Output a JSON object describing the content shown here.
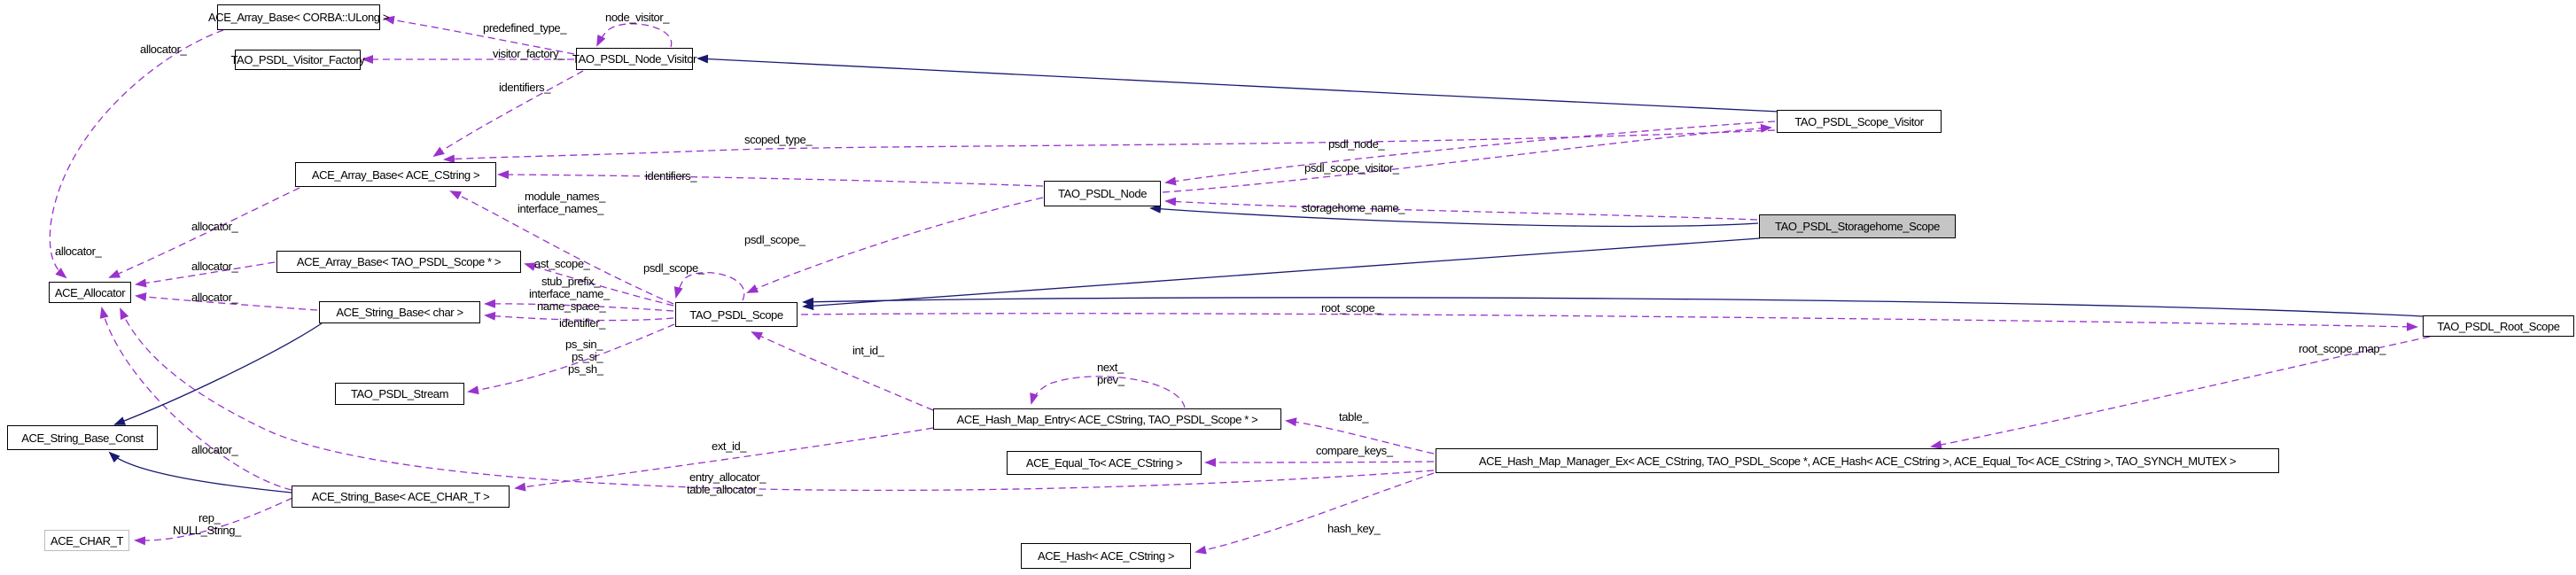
{
  "diagram": {
    "kind": "doxygen-collaboration-graph",
    "highlighted_node": "TAO_PSDL_Storagehome_Scope",
    "colors": {
      "background": "#ffffff",
      "inheritance_edge": "#191970",
      "usage_edge": "#9a32cd",
      "node_border": "#000000",
      "node_fill": "#ffffff",
      "current_node_fill": "#c5c5c5",
      "undocumented_node_border": "#bdbdbd"
    }
  },
  "nodes": [
    {
      "label": "ACE_Array_Base< CORBA::ULong >"
    },
    {
      "label": "TAO_PSDL_Visitor_Factory"
    },
    {
      "label": "TAO_PSDL_Node_Visitor"
    },
    {
      "label": "TAO_PSDL_Scope_Visitor"
    },
    {
      "label": "ACE_Array_Base< ACE_CString >"
    },
    {
      "label": "TAO_PSDL_Node"
    },
    {
      "label": "TAO_PSDL_Storagehome_Scope"
    },
    {
      "label": "ACE_Array_Base< TAO_PSDL_Scope * >"
    },
    {
      "label": "ACE_Allocator"
    },
    {
      "label": "ACE_String_Base< char >"
    },
    {
      "label": "TAO_PSDL_Scope"
    },
    {
      "label": "TAO_PSDL_Stream"
    },
    {
      "label": "ACE_String_Base_Const"
    },
    {
      "label": "ACE_Hash_Map_Entry< ACE_CString, TAO_PSDL_Scope * >"
    },
    {
      "label": "ACE_Equal_To< ACE_CString >"
    },
    {
      "label": "ACE_Hash_Map_Manager_Ex< ACE_CString, TAO_PSDL_Scope *, ACE_Hash< ACE_CString >, ACE_Equal_To< ACE_CString >, TAO_SYNCH_MUTEX >"
    },
    {
      "label": "ACE_String_Base< ACE_CHAR_T >"
    },
    {
      "label": "ACE_CHAR_T"
    },
    {
      "label": "ACE_Hash< ACE_CString >"
    },
    {
      "label": "TAO_PSDL_Root_Scope"
    }
  ],
  "edge_labels": [
    {
      "text": "allocator_"
    },
    {
      "text": "predefined_type_"
    },
    {
      "text": "node_visitor_"
    },
    {
      "text": "visitor_factory_"
    },
    {
      "text": "identifiers_"
    },
    {
      "text": "scoped_type_"
    },
    {
      "text": "identifiers_"
    },
    {
      "text": "module_names_"
    },
    {
      "text": "interface_names_"
    },
    {
      "text": "psdl_node_"
    },
    {
      "text": "psdl_scope_visitor_"
    },
    {
      "text": "storagehome_name_"
    },
    {
      "text": "psdl_scope_"
    },
    {
      "text": "psdl_scope_"
    },
    {
      "text": "ast_scope_"
    },
    {
      "text": "stub_prefix_"
    },
    {
      "text": "interface_name_"
    },
    {
      "text": "name_space_"
    },
    {
      "text": "identifier_"
    },
    {
      "text": "ps_sin_"
    },
    {
      "text": "ps_si_"
    },
    {
      "text": "ps_sh_"
    },
    {
      "text": "int_id_"
    },
    {
      "text": "next_"
    },
    {
      "text": "prev_"
    },
    {
      "text": "root_scope_"
    },
    {
      "text": "root_scope_map_"
    },
    {
      "text": "table_"
    },
    {
      "text": "compare_keys_"
    },
    {
      "text": "ext_id_"
    },
    {
      "text": "entry_allocator_"
    },
    {
      "text": "table_allocator_"
    },
    {
      "text": "hash_key_"
    },
    {
      "text": "rep_"
    },
    {
      "text": "NULL_String_"
    },
    {
      "text": "allocator_"
    },
    {
      "text": "allocator_"
    },
    {
      "text": "allocator_"
    },
    {
      "text": "allocator_"
    },
    {
      "text": "allocator_"
    }
  ],
  "relationships": [
    {
      "from": "ACE_Array_Base< CORBA::ULong >",
      "to": "ACE_Allocator",
      "label": "allocator_",
      "kind": "usage"
    },
    {
      "from": "ACE_Array_Base< ACE_CString >",
      "to": "ACE_Allocator",
      "label": "allocator_",
      "kind": "usage"
    },
    {
      "from": "ACE_Array_Base< TAO_PSDL_Scope * >",
      "to": "ACE_Allocator",
      "label": "allocator_",
      "kind": "usage"
    },
    {
      "from": "ACE_String_Base< char >",
      "to": "ACE_Allocator",
      "label": "allocator_",
      "kind": "usage"
    },
    {
      "from": "ACE_String_Base< ACE_CHAR_T >",
      "to": "ACE_Allocator",
      "label": "allocator_",
      "kind": "usage"
    },
    {
      "from": "ACE_Hash_Map_Manager_Ex",
      "to": "ACE_Allocator",
      "label": "entry_allocator_ table_allocator_",
      "kind": "usage"
    },
    {
      "from": "TAO_PSDL_Node_Visitor",
      "to": "ACE_Array_Base< CORBA::ULong >",
      "label": "predefined_type_",
      "kind": "usage"
    },
    {
      "from": "TAO_PSDL_Node_Visitor",
      "to": "TAO_PSDL_Visitor_Factory",
      "label": "visitor_factory_",
      "kind": "usage"
    },
    {
      "from": "TAO_PSDL_Node_Visitor",
      "to": "TAO_PSDL_Node_Visitor",
      "label": "node_visitor_",
      "kind": "usage"
    },
    {
      "from": "TAO_PSDL_Node_Visitor",
      "to": "ACE_Array_Base< ACE_CString >",
      "label": "identifiers_",
      "kind": "usage"
    },
    {
      "from": "TAO_PSDL_Scope_Visitor",
      "to": "TAO_PSDL_Node_Visitor",
      "label": "",
      "kind": "inheritance"
    },
    {
      "from": "TAO_PSDL_Scope_Visitor",
      "to": "ACE_Array_Base< ACE_CString >",
      "label": "scoped_type_",
      "kind": "usage"
    },
    {
      "from": "TAO_PSDL_Scope_Visitor",
      "to": "TAO_PSDL_Node",
      "label": "psdl_node_",
      "kind": "usage"
    },
    {
      "from": "TAO_PSDL_Node",
      "to": "TAO_PSDL_Scope_Visitor",
      "label": "psdl_scope_visitor_",
      "kind": "usage"
    },
    {
      "from": "TAO_PSDL_Node",
      "to": "ACE_Array_Base< ACE_CString >",
      "label": "identifiers_",
      "kind": "usage"
    },
    {
      "from": "TAO_PSDL_Node",
      "to": "TAO_PSDL_Scope",
      "label": "psdl_scope_",
      "kind": "usage"
    },
    {
      "from": "TAO_PSDL_Storagehome_Scope",
      "to": "TAO_PSDL_Node",
      "label": "storagehome_name_",
      "kind": "usage"
    },
    {
      "from": "TAO_PSDL_Storagehome_Scope",
      "to": "TAO_PSDL_Node",
      "label": "",
      "kind": "inheritance"
    },
    {
      "from": "TAO_PSDL_Storagehome_Scope",
      "to": "TAO_PSDL_Scope",
      "label": "",
      "kind": "inheritance"
    },
    {
      "from": "TAO_PSDL_Root_Scope",
      "to": "TAO_PSDL_Scope",
      "label": "",
      "kind": "inheritance"
    },
    {
      "from": "TAO_PSDL_Root_Scope",
      "to": "ACE_Hash_Map_Manager_Ex",
      "label": "root_scope_map_",
      "kind": "usage"
    },
    {
      "from": "TAO_PSDL_Scope",
      "to": "TAO_PSDL_Root_Scope",
      "label": "root_scope_",
      "kind": "usage"
    },
    {
      "from": "TAO_PSDL_Scope",
      "to": "TAO_PSDL_Scope",
      "label": "psdl_scope_",
      "kind": "usage"
    },
    {
      "from": "TAO_PSDL_Scope",
      "to": "ACE_Array_Base< ACE_CString >",
      "label": "module_names_ interface_names_",
      "kind": "usage"
    },
    {
      "from": "TAO_PSDL_Scope",
      "to": "ACE_Array_Base< TAO_PSDL_Scope * >",
      "label": "ast_scope_",
      "kind": "usage"
    },
    {
      "from": "TAO_PSDL_Scope",
      "to": "ACE_String_Base< char >",
      "label": "stub_prefix_ interface_name_ name_space_ identifier_",
      "kind": "usage"
    },
    {
      "from": "TAO_PSDL_Scope",
      "to": "TAO_PSDL_Stream",
      "label": "ps_sin_ ps_si_ ps_sh_",
      "kind": "usage"
    },
    {
      "from": "ACE_Hash_Map_Entry",
      "to": "TAO_PSDL_Scope",
      "label": "int_id_",
      "kind": "usage"
    },
    {
      "from": "ACE_Hash_Map_Entry",
      "to": "ACE_Hash_Map_Entry",
      "label": "next_ prev_",
      "kind": "usage"
    },
    {
      "from": "ACE_Hash_Map_Entry",
      "to": "ACE_String_Base< ACE_CHAR_T >",
      "label": "ext_id_",
      "kind": "usage"
    },
    {
      "from": "ACE_Hash_Map_Manager_Ex",
      "to": "ACE_Hash_Map_Entry",
      "label": "table_",
      "kind": "usage"
    },
    {
      "from": "ACE_Hash_Map_Manager_Ex",
      "to": "ACE_Equal_To< ACE_CString >",
      "label": "compare_keys_",
      "kind": "usage"
    },
    {
      "from": "ACE_Hash_Map_Manager_Ex",
      "to": "ACE_Hash< ACE_CString >",
      "label": "hash_key_",
      "kind": "usage"
    },
    {
      "from": "ACE_String_Base< char >",
      "to": "ACE_String_Base_Const",
      "label": "",
      "kind": "inheritance"
    },
    {
      "from": "ACE_String_Base< ACE_CHAR_T >",
      "to": "ACE_String_Base_Const",
      "label": "",
      "kind": "inheritance"
    },
    {
      "from": "ACE_String_Base< ACE_CHAR_T >",
      "to": "ACE_CHAR_T",
      "label": "rep_ NULL_String_",
      "kind": "usage"
    }
  ]
}
